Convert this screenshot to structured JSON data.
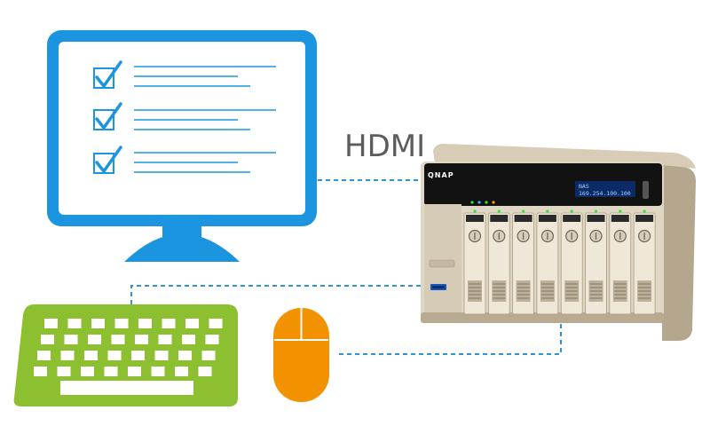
{
  "connection_label": "HDMI",
  "nas": {
    "brand": "QNAP",
    "lcd_line1": "NAS",
    "lcd_line2": "169.254.100.100",
    "drive_bay_count": 8
  },
  "monitor": {
    "checklist_items": 3
  },
  "colors": {
    "monitor": "#1c95e0",
    "keyboard": "#8cc030",
    "mouse": "#f39200",
    "dashed_line": "#2f93d6",
    "nas_body": "#cbbfa9",
    "nas_front": "#e0d6c4",
    "nas_panel": "#121212"
  },
  "icons": [
    "monitor-icon",
    "checkbox-icon",
    "keyboard-icon",
    "mouse-icon",
    "nas-device"
  ]
}
